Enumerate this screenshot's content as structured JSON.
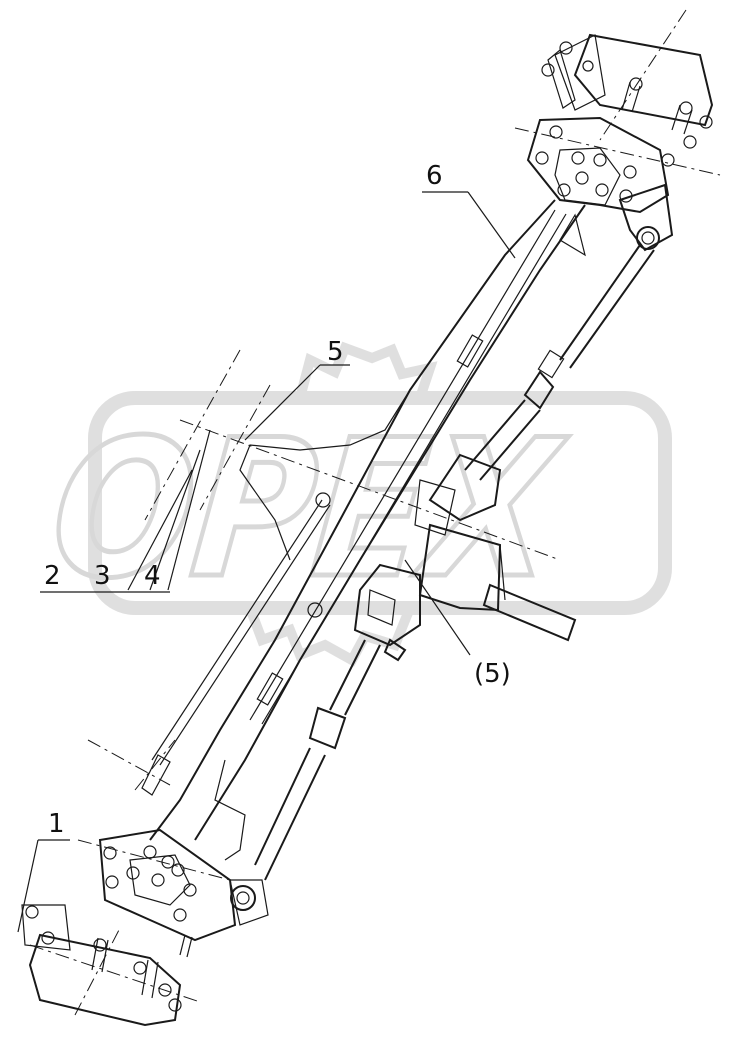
{
  "watermark": {
    "text": "OPEX",
    "color": "#d9d9d9"
  },
  "callouts": {
    "c1": "1",
    "c2": "2",
    "c3": "3",
    "c4": "4",
    "c5": "5",
    "c5p": "(5)",
    "c6": "6"
  },
  "colors": {
    "line": "#1a1a1a",
    "background": "#ffffff"
  }
}
